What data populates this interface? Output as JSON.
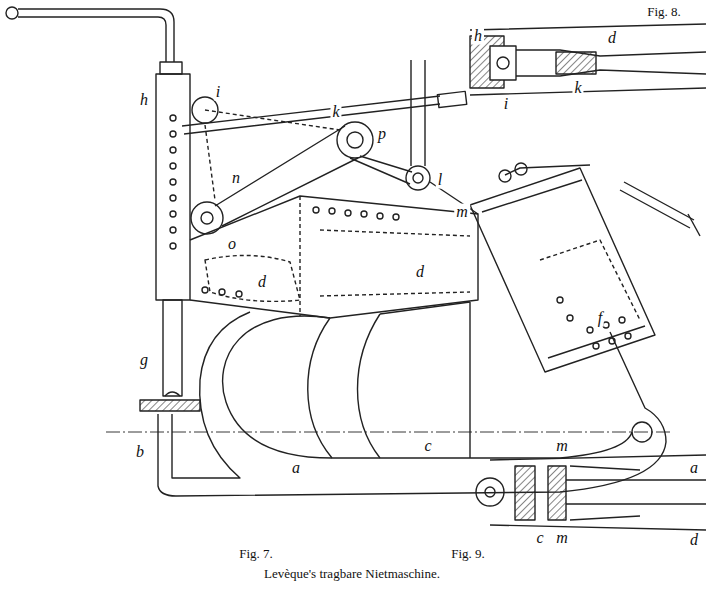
{
  "diagram": {
    "caption": "Levèque's tragbare Nietmaschine.",
    "labels": [
      "Fig. 8.",
      "h",
      "d",
      "i",
      "k",
      "h",
      "i",
      "k",
      "p",
      "l",
      "m",
      "n",
      "o",
      "d",
      "d",
      "f",
      "g",
      "c",
      "a",
      "b",
      "Fig. 7.",
      "Fig. 9.",
      "m",
      "a",
      "c",
      "m",
      "d"
    ]
  }
}
